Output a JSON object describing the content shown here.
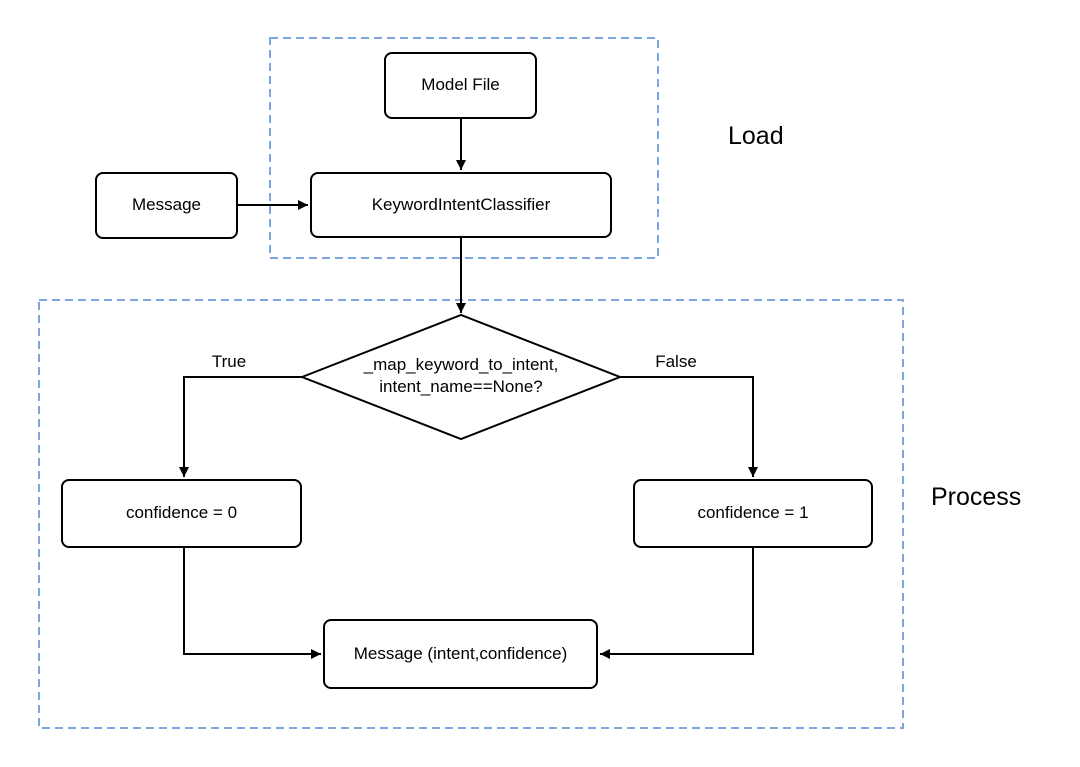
{
  "diagram": {
    "background": "#ffffff",
    "shape_border_color": "#000000",
    "group_border_color": "#7ea6e0",
    "groups": {
      "load": {
        "label": "Load"
      },
      "process": {
        "label": "Process"
      }
    },
    "nodes": {
      "model_file": {
        "label": "Model File"
      },
      "message_input": {
        "label": "Message"
      },
      "classifier": {
        "label": "KeywordIntentClassifier"
      },
      "decision": {
        "line1": "_map_keyword_to_intent,",
        "line2": "intent_name==None?"
      },
      "confidence_zero": {
        "label": "confidence = 0"
      },
      "confidence_one": {
        "label": "confidence = 1"
      },
      "message_output": {
        "label": "Message (intent,confidence)"
      }
    },
    "edge_labels": {
      "true_branch": "True",
      "false_branch": "False"
    }
  }
}
